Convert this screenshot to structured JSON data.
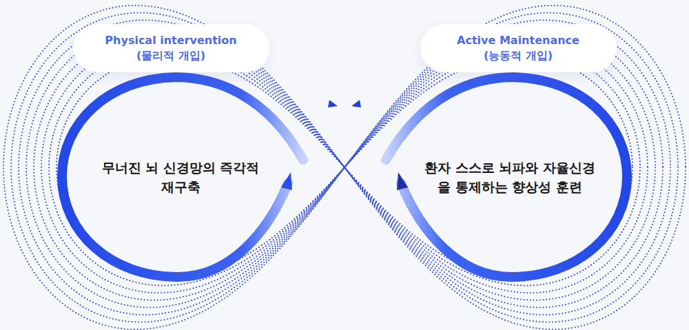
{
  "diagram": {
    "nodes": [
      {
        "text": [
          "Physical intervention",
          "(물리적 개입)"
        ]
      },
      {
        "text": [
          "Active Maintenance",
          "(능동적 개입)"
        ]
      },
      {
        "text": [
          "무너진 뇌 신경망의 즉각적 재구축"
        ]
      },
      {
        "text": [
          "환자 스스로 뇌파와 자율신경을 통제하는 향상성 훈련"
        ]
      }
    ]
  }
}
